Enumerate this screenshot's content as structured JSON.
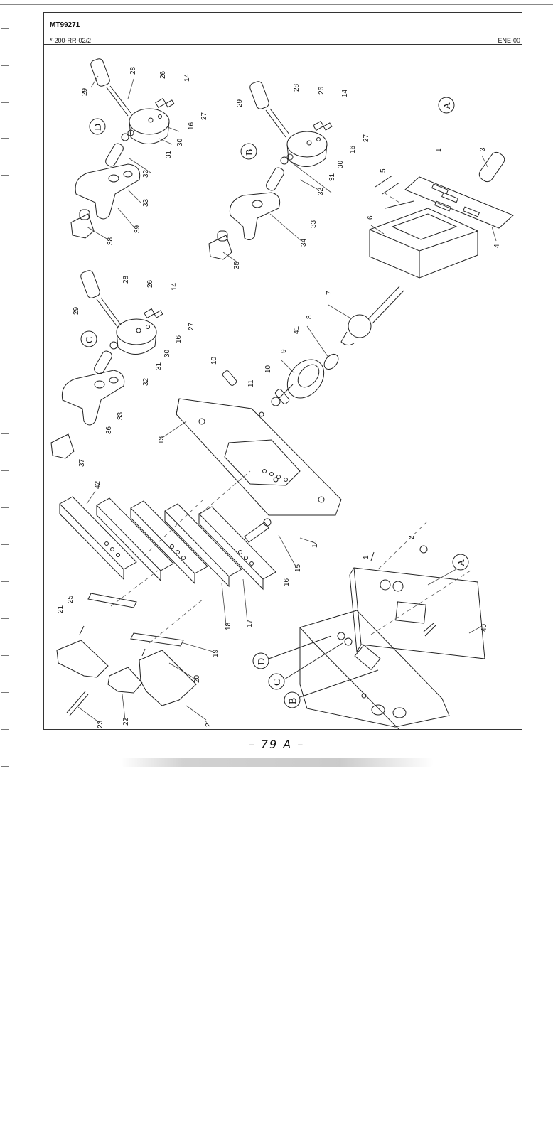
{
  "header": {
    "doc_id": "MT99271",
    "revision": "*-200-RR-02/2",
    "date_code": "ENE-00"
  },
  "footer": {
    "page_number": "– 79 A –"
  },
  "drawing": {
    "callouts": [
      "A",
      "B",
      "C",
      "D"
    ],
    "part_numbers": [
      "1",
      "2",
      "3",
      "4",
      "5",
      "6",
      "7",
      "8",
      "9",
      "10",
      "11",
      "13",
      "14",
      "15",
      "16",
      "17",
      "18",
      "19",
      "20",
      "21",
      "22",
      "23",
      "25",
      "26",
      "27",
      "28",
      "29",
      "30",
      "31",
      "32",
      "33",
      "34",
      "35",
      "36",
      "37",
      "38",
      "39",
      "40",
      "41",
      "42"
    ]
  }
}
